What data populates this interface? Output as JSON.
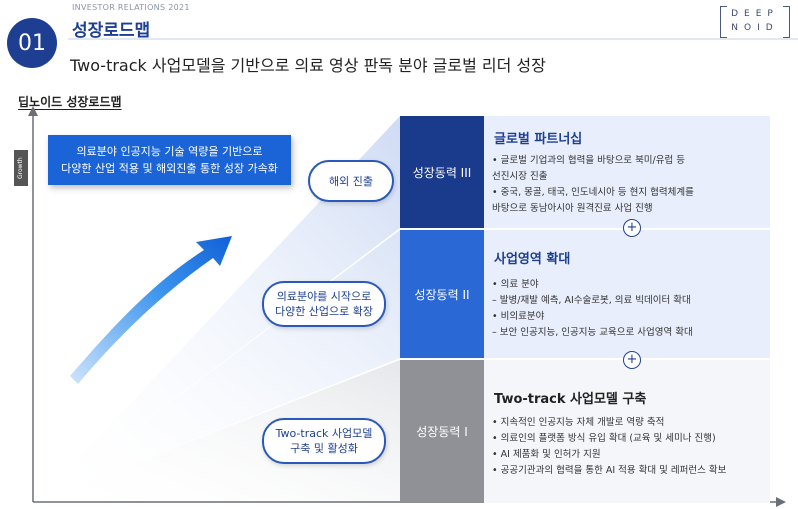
{
  "header": {
    "section_number": "01",
    "ir_label": "INVESTOR RELATIONS 2021",
    "section_title": "성장로드맵",
    "logo_top": "DEEP",
    "logo_bottom": "NOID",
    "subtitle": "Two-track 사업모델을 기반으로 의료 영상 판독 분야 글로벌 리더 성장"
  },
  "roadmap": {
    "label": "딥노이드 성장로드맵",
    "y_axis_label": "Growth",
    "callout": {
      "line1": "의료분야 인공지능 기술 역량을 기반으로",
      "line2": "다양한 산업 적용 및 해외진출 통한 성장 가속화"
    },
    "stages": [
      {
        "pill": [
          "Two-track 사업모델",
          "구축 및 활성화"
        ]
      },
      {
        "pill": [
          "의료분야를 시작으로",
          "다양한 산업으로 확장"
        ]
      },
      {
        "pill": [
          "해외 진출"
        ]
      }
    ],
    "tiers": [
      {
        "name": "성장동력 III",
        "title": "글로벌 파트너십",
        "lines": [
          "• 글로벌 기업과의 협력을 바탕으로 북미/유럽 등",
          "   선진시장 진출",
          "• 중국, 몽골, 태국, 인도네시아 등 현지 협력체계를",
          "   바탕으로 동남아시아 원격진료 사업 진행"
        ]
      },
      {
        "name": "성장동력 II",
        "title": "사업영역 확대",
        "lines": [
          "• 의료 분야",
          "  – 발병/재발 예측, AI수술로봇, 의료 빅데이터 확대",
          "• 비의료분야",
          "  – 보안 인공지능, 인공지능 교육으로 사업영역 확대"
        ]
      },
      {
        "name": "성장동력 I",
        "title": "Two-track 사업모델 구축",
        "lines": [
          "• 지속적인 인공지능 자체 개발로 역량 축적",
          "• 의료인의 플랫폼 방식 유입 확대 (교육 및 세미나 진행)",
          "• AI 제품화 및 인허가 지원",
          "• 공공기관과의 협력을 통한 AI 적용 확대 및 레퍼런스 확보"
        ]
      }
    ],
    "plus_symbol": "+",
    "colors": {
      "tier_3": "#1a3a8c",
      "tier_2": "#2a68d6",
      "tier_1": "#8f9196",
      "accent": "#1e3f91",
      "callout": "#1a64d8"
    }
  }
}
